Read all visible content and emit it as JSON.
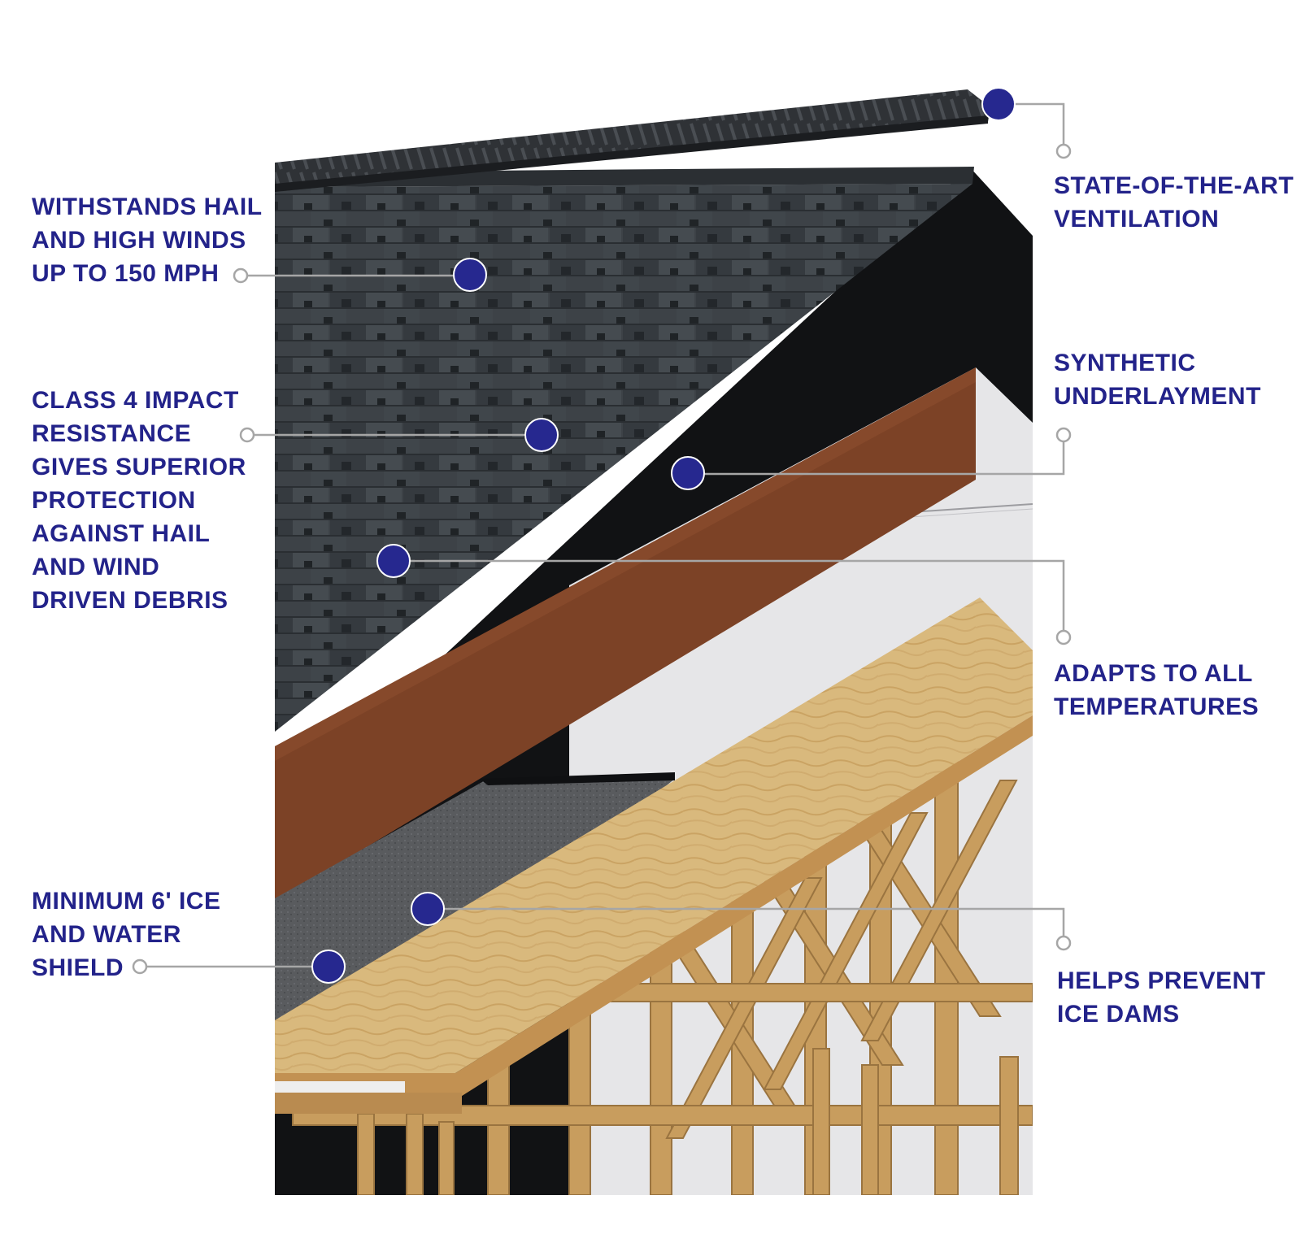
{
  "colors": {
    "label_text": "#23238a",
    "marker_fill": "#26288f",
    "leader_line": "#a6a6a6",
    "shingle": "#3c4146",
    "underlayment": "#7a4226",
    "ice_shield": "#55575a",
    "plywood": "#d9b77a",
    "lumber": "#c9a063",
    "interior_white": "#e8e8ea"
  },
  "callouts": [
    {
      "id": "hail-winds",
      "lines": [
        "WITHSTANDS HAIL",
        "AND HIGH WINDS",
        "UP TO 150 MPH"
      ]
    },
    {
      "id": "class4",
      "lines": [
        "CLASS 4 IMPACT",
        "RESISTANCE",
        "GIVES SUPERIOR",
        "PROTECTION",
        "AGAINST HAIL",
        "AND WIND",
        "DRIVEN DEBRIS"
      ]
    },
    {
      "id": "ice-water",
      "lines": [
        "MINIMUM 6' ICE",
        "AND WATER",
        "SHIELD"
      ]
    },
    {
      "id": "ventilation",
      "lines": [
        "STATE-OF-THE-ART",
        "VENTILATION"
      ]
    },
    {
      "id": "underlayment",
      "lines": [
        "SYNTHETIC",
        "UNDERLAYMENT"
      ]
    },
    {
      "id": "temperatures",
      "lines": [
        "ADAPTS TO ALL",
        "TEMPERATURES"
      ]
    },
    {
      "id": "ice-dams",
      "lines": [
        "HELPS PREVENT",
        "ICE DAMS"
      ]
    }
  ]
}
